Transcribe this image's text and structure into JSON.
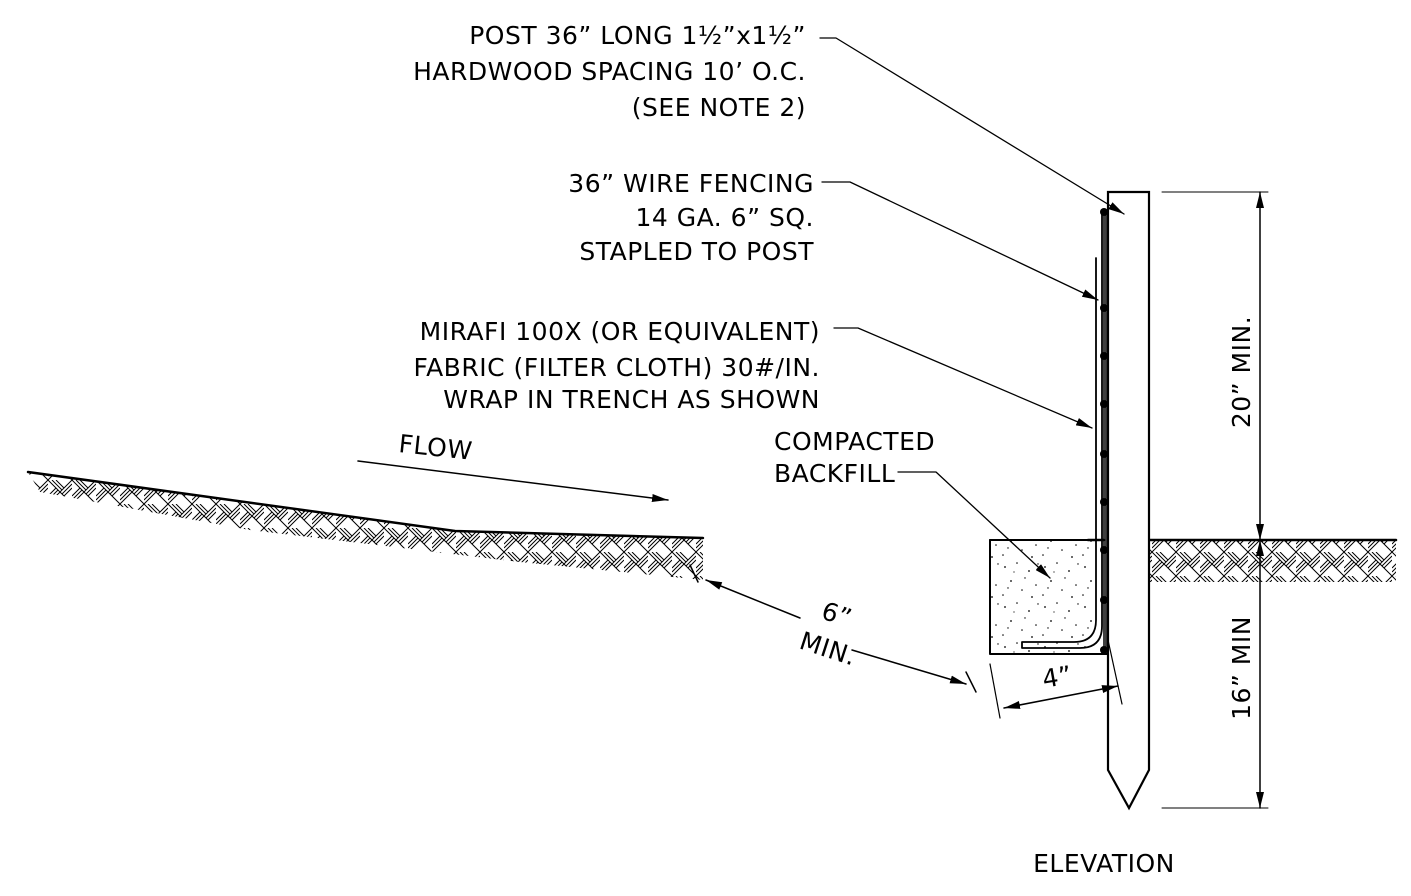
{
  "post_note": {
    "line1": "POST 36” LONG 1½”x1½”",
    "line2": "HARDWOOD SPACING 10’ O.C.",
    "line3": "(SEE NOTE 2)"
  },
  "wire_note": {
    "line1": "36” WIRE FENCING",
    "line2": "14 GA. 6” SQ.",
    "line3": "STAPLED TO POST"
  },
  "fabric_note": {
    "line1": "MIRAFI 100X (OR EQUIVALENT)",
    "line2": "FABRIC (FILTER CLOTH) 30#/IN.",
    "line3": "WRAP IN TRENCH AS SHOWN"
  },
  "backfill_note": {
    "line1": "COMPACTED",
    "line2": "BACKFILL"
  },
  "flow_label": "FLOW",
  "dimensions": {
    "trench_depth_value": "6”",
    "trench_depth_min": "MIN.",
    "trench_width": "4”",
    "above_ground": "20” MIN.",
    "below_ground": "16” MIN"
  },
  "view_title": "ELEVATION"
}
